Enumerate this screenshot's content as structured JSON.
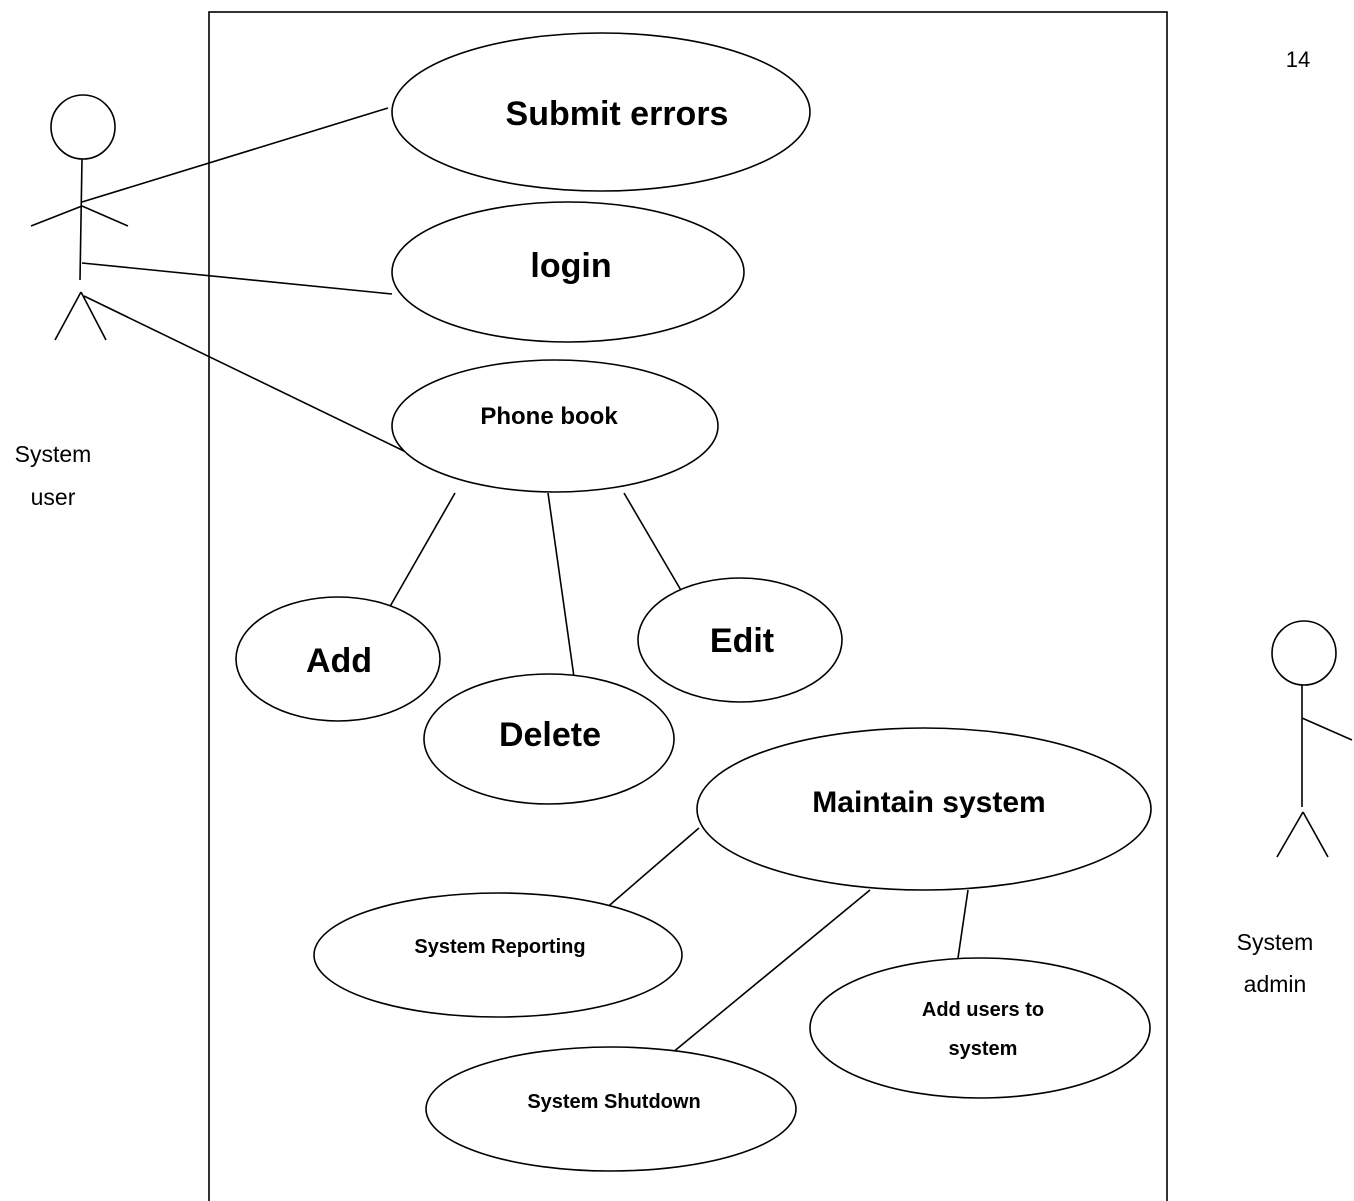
{
  "page_number": "14",
  "actors": {
    "system_user": {
      "line1": "System",
      "line2": "user"
    },
    "system_admin": {
      "line1": "System",
      "line2": "admin"
    }
  },
  "use_cases": {
    "submit_errors": "Submit errors",
    "login": "login",
    "phone_book": "Phone book",
    "add": "Add",
    "delete": "Delete",
    "edit": "Edit",
    "maintain_system": "Maintain system",
    "system_reporting": "System Reporting",
    "add_users": {
      "line1": "Add users to",
      "line2": "system"
    },
    "system_shutdown": "System Shutdown"
  }
}
